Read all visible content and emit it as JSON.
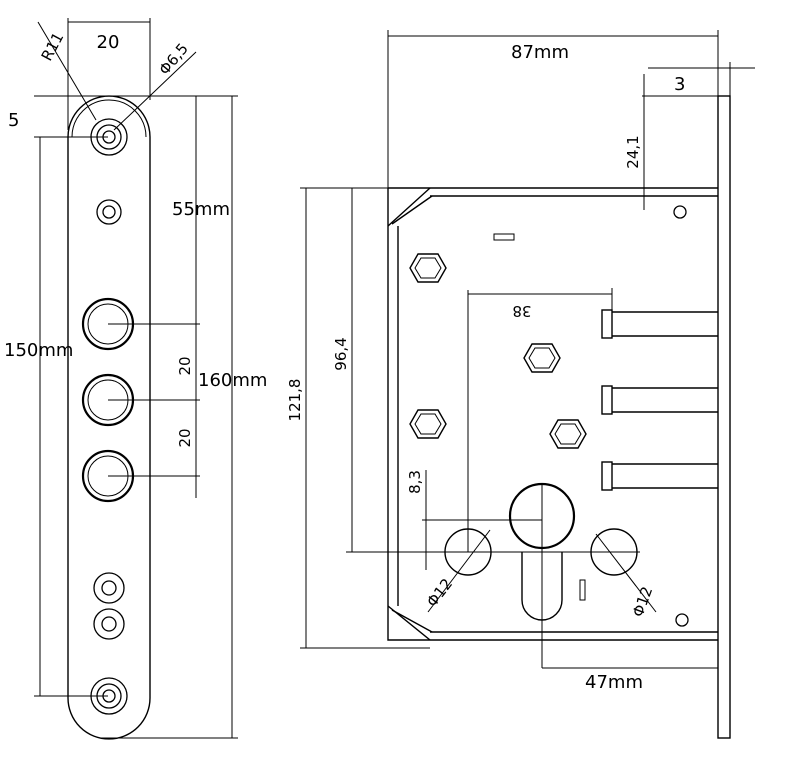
{
  "strike_plate": {
    "dims": {
      "width": "20",
      "radius": "R11",
      "hole_diameter": "Φ6,5",
      "edge_offset": "5",
      "hole_spacing_top": "55mm",
      "length_inner": "150mm",
      "length_total": "160mm",
      "pitch_1": "20",
      "pitch_2": "20"
    }
  },
  "lock_body": {
    "dims": {
      "total_width": "87mm",
      "faceplate_thickness": "3",
      "top_offset": "24,1",
      "body_height": "121,8",
      "spindle_height": "96,4",
      "bolt_offset": "38",
      "cylinder_offset": "8,3",
      "left_hole": "Φ12",
      "right_hole": "Φ12",
      "backset": "47mm"
    }
  }
}
